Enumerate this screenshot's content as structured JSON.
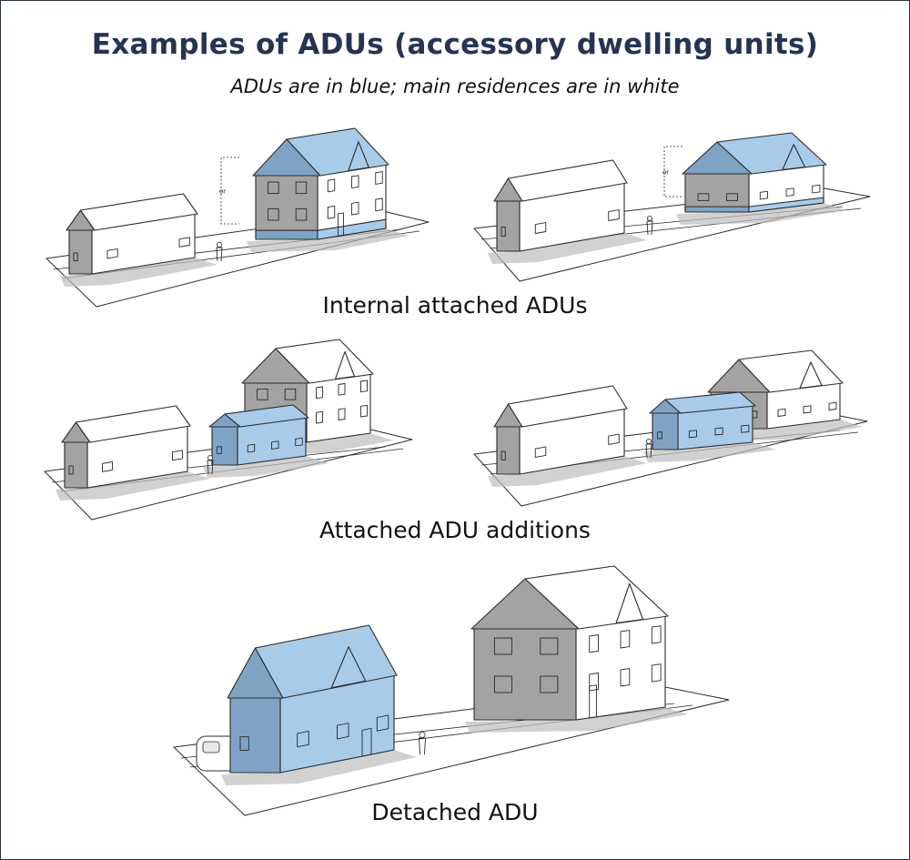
{
  "title": "Examples of ADUs (accessory dwelling units)",
  "subtitle": "ADUs are in blue; main residences are in white",
  "sections": [
    {
      "label": "Internal attached ADUs"
    },
    {
      "label": "Attached ADU additions"
    },
    {
      "label": "Detached ADU"
    }
  ],
  "annotation_or": "or",
  "colors": {
    "adu_blue": "#a8cbea",
    "adu_blue_shade": "#7fa3c4",
    "wall_white": "#ffffff",
    "wall_shade": "#a3a3a3",
    "line": "#2b2b2b",
    "title": "#243452"
  }
}
